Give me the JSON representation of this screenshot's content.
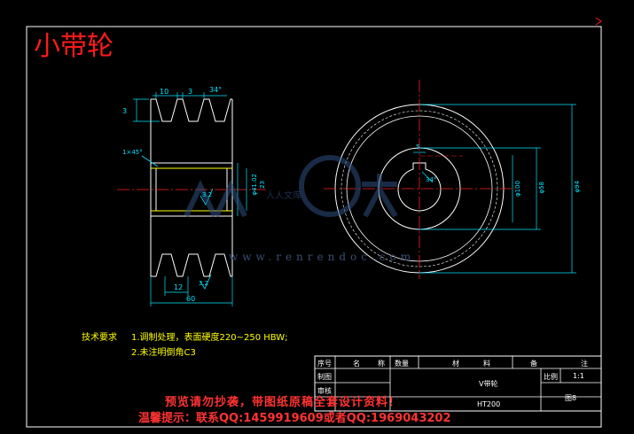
{
  "title": "小带轮",
  "dimensions": {
    "groove_width": "10",
    "groove_gap": "3",
    "groove_angle": "34°",
    "groove_depth": "3",
    "chamfer": "1×45°",
    "bore_dia": "φ41.02",
    "bore_dia2": "23",
    "roughness": "3.2",
    "width_12": "12",
    "roughness2": "3.2",
    "total_width": "60",
    "key_small": "5",
    "key_angle": "34°",
    "dia_inner": "φ100",
    "dia_mid": "φ58",
    "dia_outer": "φ94"
  },
  "tech_requirements": {
    "label": "技术要求",
    "item1": "1.调制处理，表面硬度220~250 HBW;",
    "item2": "2.未注明倒角C3"
  },
  "title_block": {
    "headers": [
      "序号",
      "名",
      "称",
      "数量",
      "材",
      "料",
      "备",
      "注"
    ],
    "drawn": "制图",
    "checked": "审核",
    "part_name": "V带轮",
    "scale_label": "比例",
    "scale": "1:1",
    "material": "HT200",
    "drawing_no": "图8"
  },
  "watermark": {
    "logo": "人人文库",
    "url": "www.renrendoc.com"
  },
  "warnings": {
    "line1": "预览请勿抄袭，带图纸原稿全套设计资料！",
    "line2": "温馨提示：联系QQ:1459919609或者QQ:1969043202"
  },
  "colors": {
    "background": "#000000",
    "outline": "#ffffff",
    "centerline": "#ff2020",
    "dimension": "#00e5ff",
    "hatch": "#ffff00"
  }
}
